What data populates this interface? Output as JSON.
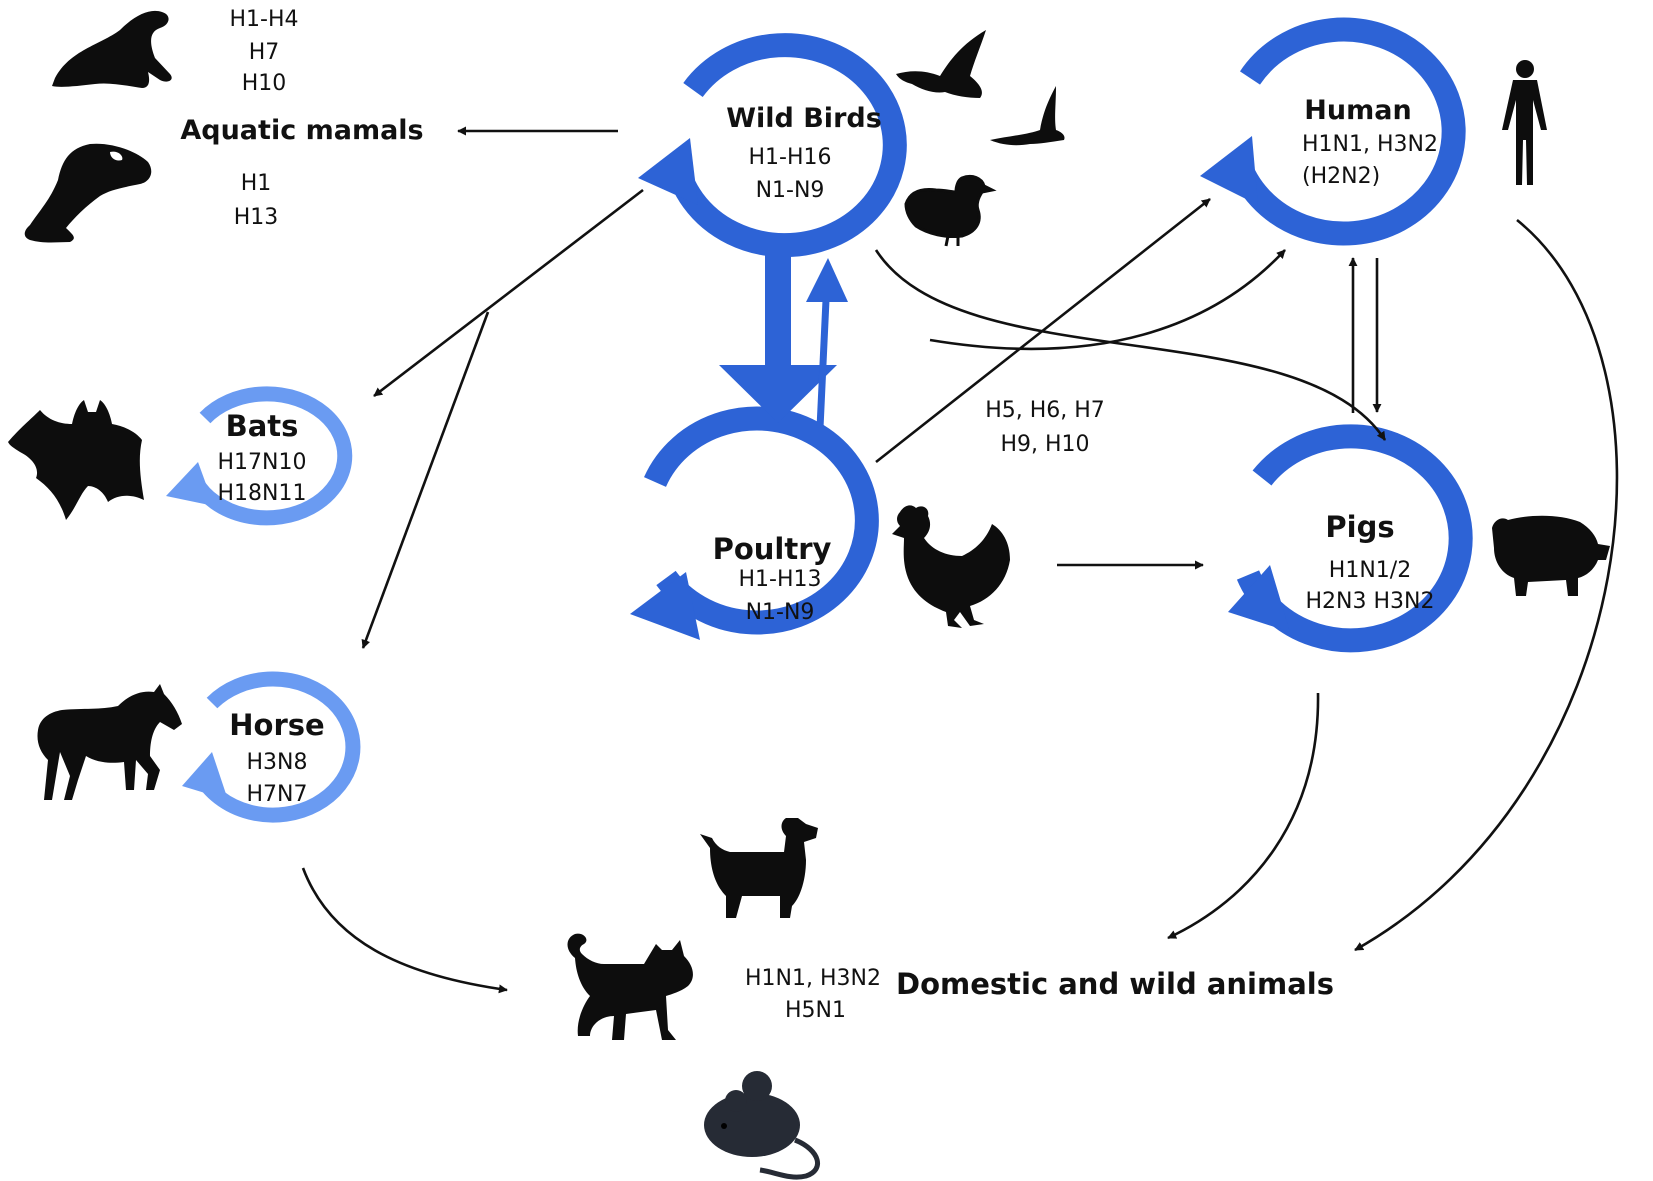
{
  "nodes": {
    "wild_birds": {
      "title": "Wild Birds",
      "line1": "H1-H16",
      "line2": "N1-N9"
    },
    "human": {
      "title": "Human",
      "line1": "H1N1, H3N2",
      "line2": "(H2N2)"
    },
    "poultry": {
      "title": "Poultry",
      "line1": "H1-H13",
      "line2": "N1-N9"
    },
    "pigs": {
      "title": "Pigs",
      "line1": "H1N1/2",
      "line2": "H2N3 H3N2"
    },
    "bats": {
      "title": "Bats",
      "line1": "H17N10",
      "line2": "H18N11"
    },
    "horse": {
      "title": "Horse",
      "line1": "H3N8",
      "line2": "H7N7"
    }
  },
  "aquatic": {
    "title": "Aquatic mamals",
    "seal": [
      "H1-H4",
      "H7",
      "H10"
    ],
    "orca": [
      "H1",
      "H13"
    ]
  },
  "poultry_to_human": {
    "line1": "H5, H6, H7",
    "line2": "H9, H10"
  },
  "domestic": {
    "title": "Domestic and wild animals",
    "line1": "H1N1, H3N2",
    "line2": "H5N1"
  },
  "colors": {
    "cycle_primary": "#2d63d6",
    "cycle_secondary": "#6a9bf2",
    "arrow": "#111111"
  }
}
